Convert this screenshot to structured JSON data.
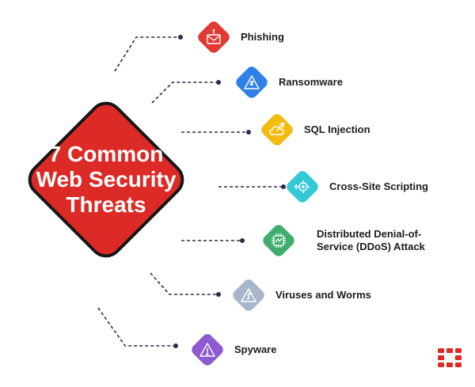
{
  "title": {
    "line1": "7 Common",
    "line2": "Web Security",
    "line3": "Threats"
  },
  "colors": {
    "main": "#dc2a26",
    "phishing": "#e03a34",
    "ransomware": "#2f80e8",
    "sql_injection": "#f2bb10",
    "xss": "#35c9d6",
    "ddos": "#3fae6c",
    "viruses": "#a9b6c9",
    "spyware": "#8e5ad0"
  },
  "threats": [
    {
      "line1": "Phishing",
      "line2": "",
      "icon": "envelope-alert-icon"
    },
    {
      "line1": "Ransomware",
      "line2": "",
      "icon": "ransom-warning-icon"
    },
    {
      "line1": "SQL Injection",
      "line2": "",
      "icon": "cloud-injection-icon"
    },
    {
      "line1": "Cross-Site Scripting",
      "line2": "",
      "icon": "target-crosshair-icon"
    },
    {
      "line1": "Distributed Denial-of-",
      "line2": "Service (DDoS) Attack",
      "icon": "chip-network-icon"
    },
    {
      "line1": "Viruses and Worms",
      "line2": "",
      "icon": "worm-warning-icon"
    },
    {
      "line1": "Spyware",
      "line2": "",
      "icon": "spyware-warning-icon"
    }
  ],
  "logo": {
    "icon": "fortinet-logo-icon"
  }
}
